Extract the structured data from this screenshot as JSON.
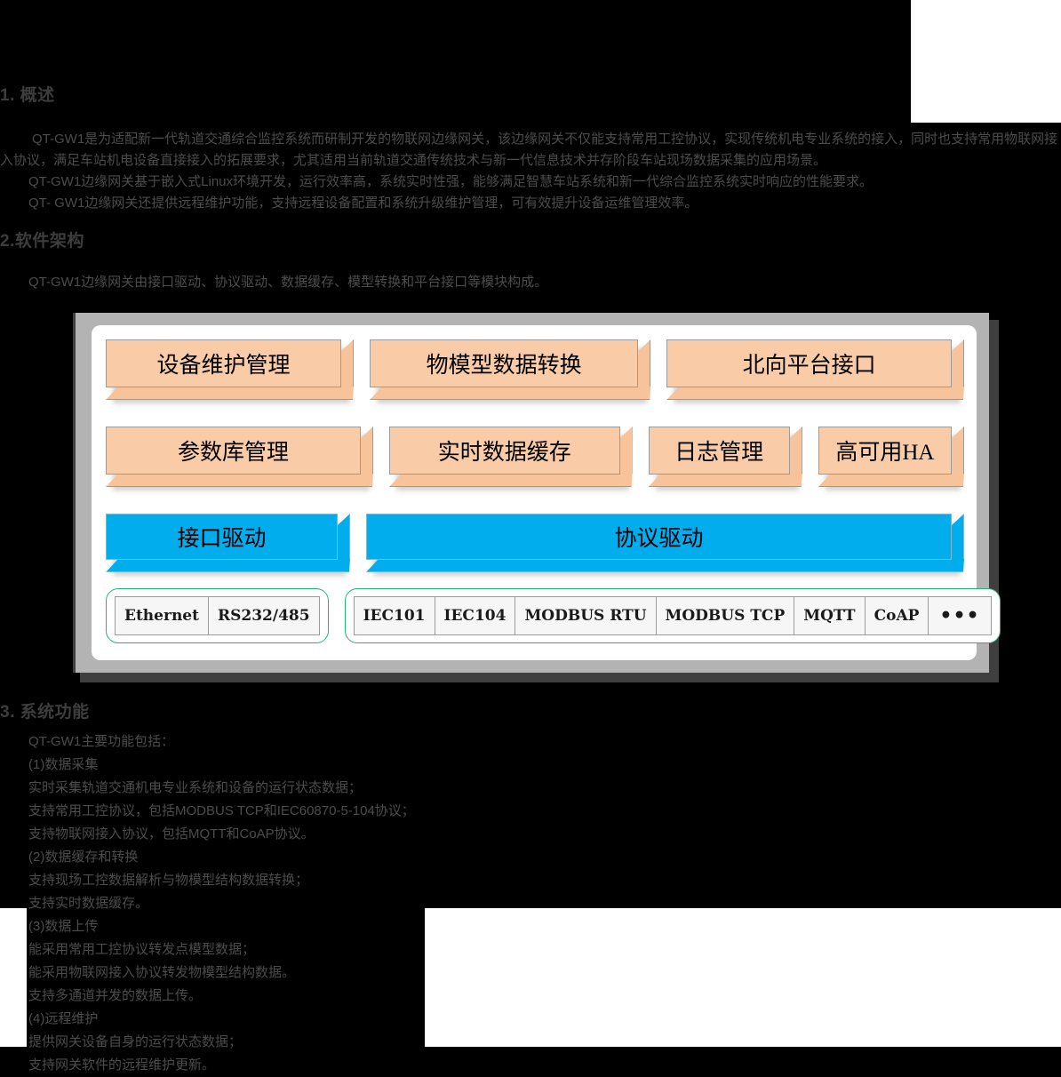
{
  "document": {
    "sections": [
      {
        "heading": "1. 概述",
        "paragraphs": [
          "QT-GW1是为适配新一代轨道交通综合监控系统而研制开发的物联网边缘网关，该边缘网关不仅能支持常用工控协议，实现传统机电专业系统的接入，同时也支持常用物联网接入协议，满足车站机电设备直接接入的拓展要求，尤其适用当前轨道交通传统技术与新一代信息技术并存阶段车站现场数据采集的应用场景。",
          "QT-GW1边缘网关基于嵌入式Linux环境开发，运行效率高，系统实时性强，能够满足智慧车站系统和新一代综合监控系统实时响应的性能要求。",
          "QT- GW1边缘网关还提供远程维护功能，支持远程设备配置和系统升级维护管理，可有效提升设备运维管理效率。"
        ]
      },
      {
        "heading": "2.软件架构",
        "paragraphs": [
          "QT-GW1边缘网关由接口驱动、协议驱动、数据缓存、模型转换和平台接口等模块构成。"
        ]
      },
      {
        "heading": "3. 系统功能",
        "paragraphs": [
          "QT-GW1主要功能包括：",
          "(1)数据采集",
          "实时采集轨道交通机电专业系统和设备的运行状态数据；",
          "支持常用工控协议，包括MODBUS TCP和IEC60870-5-104协议；",
          "支持物联网接入协议，包括MQTT和CoAP协议。",
          "(2)数据缓存和转换",
          "支持现场工控数据解析与物模型结构数据转换；",
          "支持实时数据缓存。",
          "(3)数据上传",
          "能采用常用工控协议转发点模型数据；",
          "能采用物联网接入协议转发物模型结构数据。",
          "支持多通道并发的数据上传。",
          "(4)远程维护",
          "提供网关设备自身的运行状态数据；",
          "支持网关软件的远程维护更新。"
        ]
      }
    ]
  },
  "architecture_diagram": {
    "rows": {
      "top": [
        {
          "label": "设备维护管理",
          "style": "orange",
          "flex": 30
        },
        {
          "label": "物模型数据转换",
          "style": "orange",
          "flex": 34
        },
        {
          "label": "北向平台接口",
          "style": "orange",
          "flex": 36
        }
      ],
      "middle": [
        {
          "label": "参数库管理",
          "style": "orange",
          "flex": 33
        },
        {
          "label": "实时数据缓存",
          "style": "orange",
          "flex": 30
        },
        {
          "label": "日志管理",
          "style": "orange",
          "flex": 19
        },
        {
          "label": "高可用HA",
          "style": "orange",
          "flex": 18
        }
      ],
      "drivers": [
        {
          "label": "接口驱动",
          "style": "blue",
          "flex": 29
        },
        {
          "label": "协议驱动",
          "style": "blue",
          "flex": 71
        }
      ],
      "protocol_groups": [
        {
          "group": "interface-protocols",
          "flex": 29,
          "cells": [
            "Ethernet",
            "RS232/485"
          ]
        },
        {
          "group": "communication-protocols",
          "flex": 71,
          "cells": [
            "IEC101",
            "IEC104",
            "MODBUS RTU",
            "MODBUS TCP",
            "MQTT",
            "CoAP",
            "•••"
          ]
        }
      ]
    }
  },
  "colors": {
    "box_orange": "#F9CBA7",
    "box_blue": "#02ADEE",
    "capsule_border": "#22B573",
    "frame_gray": "#B3B3B3",
    "shadow_dark": "#3F3F3F",
    "page_background": "#000000",
    "text_gray": "#4C4C4C"
  }
}
